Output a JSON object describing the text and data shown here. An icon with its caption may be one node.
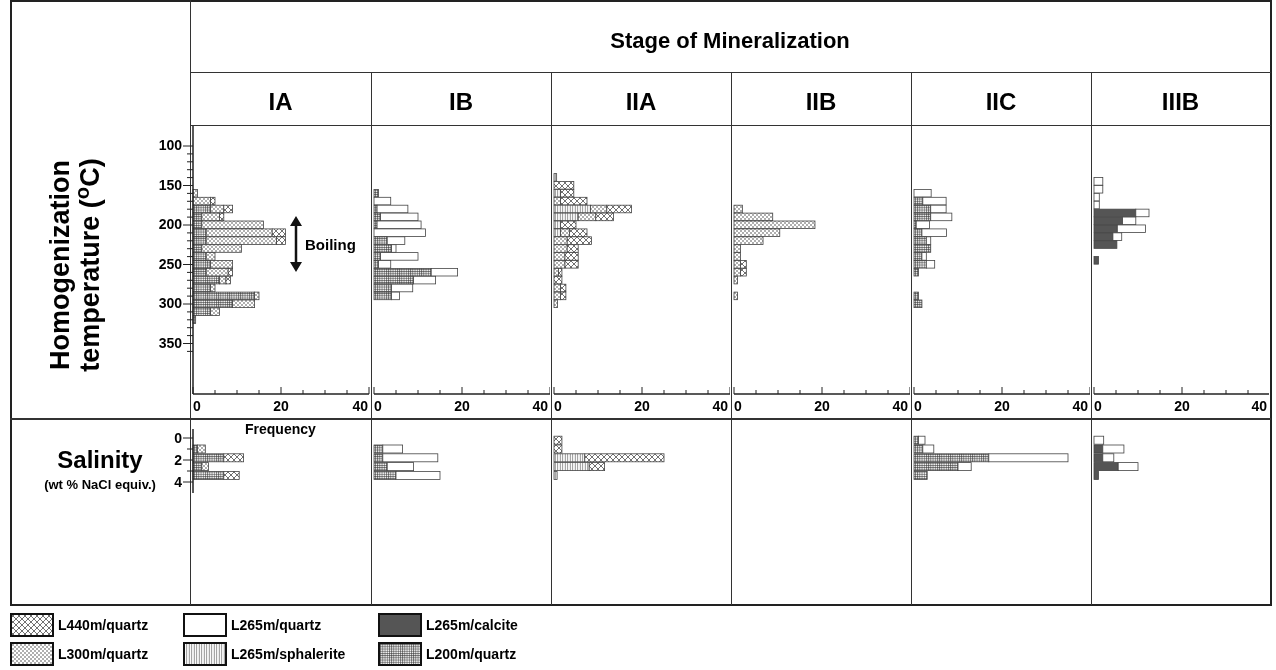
{
  "diagram": {
    "labels": [
      "Stage of Mineralization",
      "IA",
      "IB",
      "IIA",
      "IIB",
      "IIC",
      "IIIB",
      "Homogenization temperature ($^{o}$C)",
      "100",
      "150",
      "200",
      "250",
      "300",
      "350",
      "Boiling",
      "0",
      "20",
      "40",
      "0",
      "20",
      "40",
      "0",
      "20",
      "40",
      "0",
      "20",
      "40",
      "0",
      "20",
      "40",
      "0",
      "20",
      "40",
      "Frequency",
      "Salinity",
      "(wt % NaCl equiv.)",
      "0",
      "2",
      "4"
    ],
    "legend": [
      {
        "text": "L440m/quartz"
      },
      {
        "text": "L265m/quartz"
      },
      {
        "text": "L265m/calcite",
        "color": "#555555"
      },
      {
        "text": "L300m/quartz"
      },
      {
        "text": "L265m/sphalerite"
      },
      {
        "text": "L200m/quartz"
      }
    ]
  }
}
